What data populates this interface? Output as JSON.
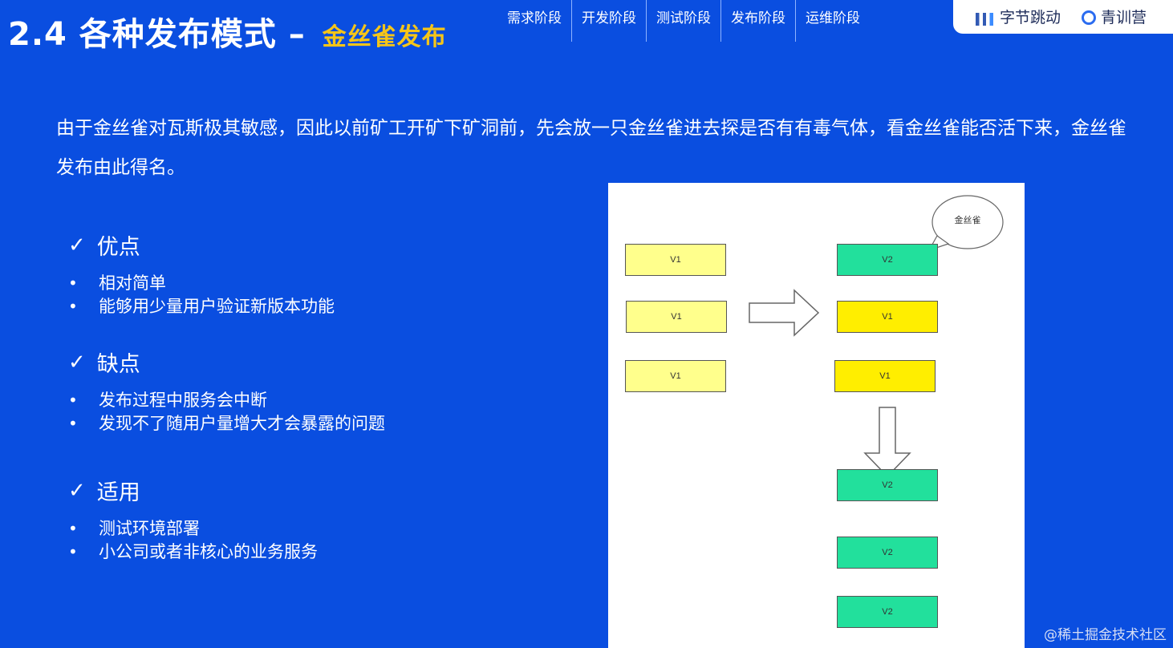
{
  "header": {
    "title": "2.4 各种发布模式 –",
    "subtitle": "金丝雀发布",
    "stages": [
      "需求阶段",
      "开发阶段",
      "测试阶段",
      "发布阶段",
      "运维阶段"
    ],
    "brand_left": "字节跳动",
    "brand_right": "青训营"
  },
  "intro": "由于金丝雀对瓦斯极其敏感，因此以前矿工开矿下矿洞前，先会放一只金丝雀进去探是否有有毒气体，看金丝雀能否活下来，金丝雀发布由此得名。",
  "sections": [
    {
      "heading": "优点",
      "items": [
        "相对简单",
        "能够用少量用户验证新版本功能"
      ]
    },
    {
      "heading": "缺点",
      "items": [
        "发布过程中服务会中断",
        "发现不了随用户量增大才会暴露的问题"
      ]
    },
    {
      "heading": "适用",
      "items": [
        "测试环境部署",
        "小公司或者非核心的业务服务"
      ]
    }
  ],
  "check_symbol": "✓",
  "bullet_symbol": "•",
  "diagram": {
    "bubble": "金丝雀",
    "left_column": [
      "V1",
      "V1",
      "V1"
    ],
    "right_column": [
      "V2",
      "V1",
      "V1"
    ],
    "bottom_column": [
      "V2",
      "V2",
      "V2"
    ]
  },
  "colors": {
    "background": "#0a4ee0",
    "accent": "#f5c518",
    "v1_pale": "#ffff8c",
    "v1_yellow": "#ffee00",
    "v2_green": "#22e09c"
  },
  "watermark": "@稀土掘金技术社区"
}
